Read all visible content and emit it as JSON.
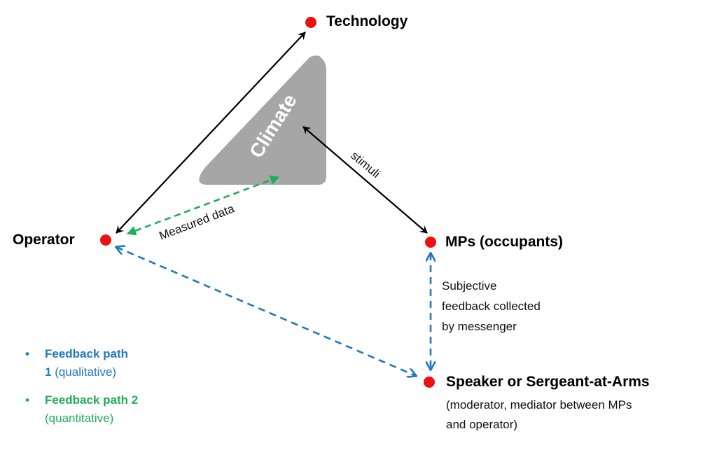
{
  "colors": {
    "node": "#ee1111",
    "solid_edge": "#000000",
    "feedback_path_1": "#1f78c1",
    "feedback_path_2": "#1fae55",
    "climate_fill": "#a6a6a6",
    "climate_text": "#ffffff"
  },
  "nodes": {
    "technology": {
      "label": "Technology"
    },
    "operator": {
      "label": "Operator"
    },
    "mps": {
      "label": "MPs (occupants)"
    },
    "speaker": {
      "label": "Speaker or Sergeant-at-Arms",
      "description_line1": "(moderator, mediator between MPs",
      "description_line2": "and operator)"
    }
  },
  "climate": {
    "label": "Climate"
  },
  "edges": {
    "stimuli": {
      "label": "stimuli",
      "from": "Climate",
      "to": "MPs (occupants)",
      "style": "solid",
      "bidirectional": true
    },
    "measured_data": {
      "label": "Measured data",
      "from": "Climate",
      "to": "Operator",
      "style": "dashed-green",
      "bidirectional": true
    },
    "technology_operator": {
      "from": "Technology",
      "to": "Operator",
      "style": "solid",
      "bidirectional": true
    },
    "subjective_feedback": {
      "line1": "Subjective",
      "line2": "feedback collected",
      "line3": "by messenger",
      "from": "MPs (occupants)",
      "to": "Speaker or Sergeant-at-Arms",
      "style": "dashed-blue",
      "bidirectional": true
    },
    "operator_speaker": {
      "from": "Operator",
      "to": "Speaker or Sergeant-at-Arms",
      "style": "dashed-blue",
      "bidirectional": true
    }
  },
  "legend": {
    "items": [
      {
        "bullet": "•",
        "bold": "Feedback path",
        "bold2": "1",
        "rest": " (qualitative)"
      },
      {
        "bullet": "•",
        "bold": "Feedback path 2",
        "rest": "(quantitative)"
      }
    ]
  }
}
